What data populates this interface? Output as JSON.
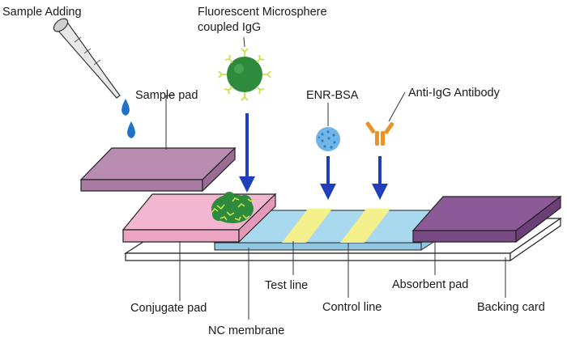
{
  "labels": {
    "sample_adding": "Sample Adding",
    "fluorescent_line1": "Fluorescent Microsphere",
    "fluorescent_line2": "coupled IgG",
    "sample_pad": "Sample pad",
    "enr_bsa": "ENR-BSA",
    "anti_igg": "Anti-IgG Antibody",
    "test_line": "Test line",
    "control_line": "Control line",
    "conjugate_pad": "Conjugate pad",
    "absorbent_pad": "Absorbent pad",
    "backing_card": "Backing card",
    "nc_membrane": "NC membrane"
  },
  "colors": {
    "sample_pad": "#b98db2",
    "conjugate_pad": "#f2b6d0",
    "nc_membrane": "#a9d9ef",
    "absorbent_pad": "#8d5a98",
    "test_line": "#f4f08c",
    "arrow": "#1f3fbf",
    "droplet": "#1e73c8",
    "microsphere": "#2e8a3c",
    "antibody": "#e8932c",
    "enr_bsa": "#6fb6e6"
  }
}
